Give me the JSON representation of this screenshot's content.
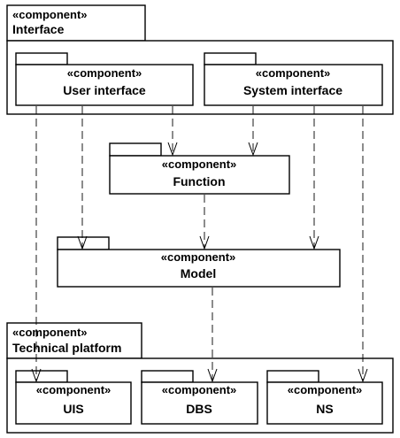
{
  "stereotype": "«component»",
  "packages": {
    "interface": {
      "name": "Interface"
    },
    "platform": {
      "name": "Technical platform"
    }
  },
  "components": {
    "user_interface": "User interface",
    "system_interface": "System interface",
    "function": "Function",
    "model": "Model",
    "uis": "UIS",
    "dbs": "DBS",
    "ns": "NS"
  },
  "dependencies": [
    {
      "from": "user_interface",
      "to": "function"
    },
    {
      "from": "system_interface",
      "to": "function"
    },
    {
      "from": "user_interface",
      "to": "model"
    },
    {
      "from": "system_interface",
      "to": "model"
    },
    {
      "from": "function",
      "to": "model"
    },
    {
      "from": "user_interface",
      "to": "uis"
    },
    {
      "from": "model",
      "to": "dbs"
    },
    {
      "from": "system_interface",
      "to": "ns"
    }
  ]
}
